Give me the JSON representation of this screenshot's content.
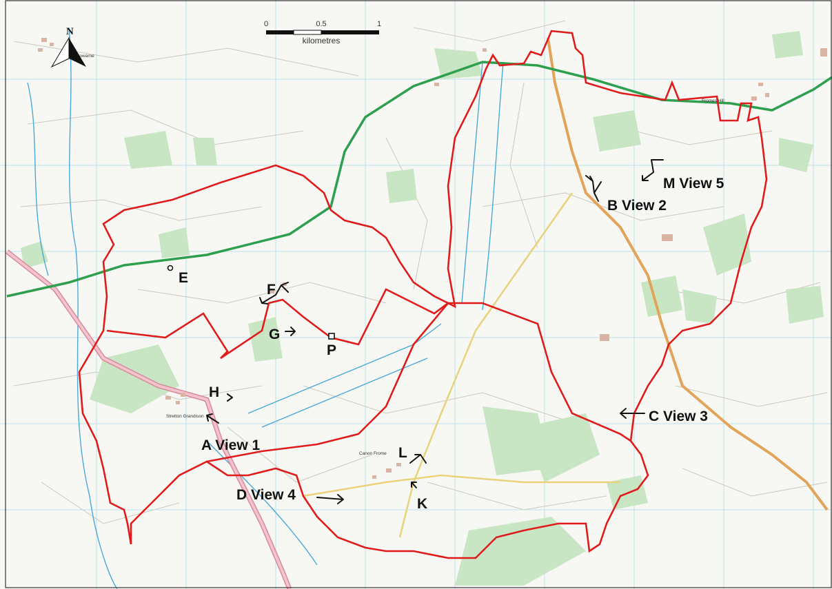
{
  "scale_bar": {
    "ticks": [
      "0",
      "0.5",
      "1"
    ],
    "unit": "kilometres"
  },
  "north_arrow": {
    "label": "N"
  },
  "place_names": [
    "Much Cowarne",
    "Fromes Hill",
    "Stretton Grandison",
    "Canon Frome"
  ],
  "viewpoints": [
    {
      "id": "A",
      "label": "A View 1"
    },
    {
      "id": "B",
      "label": "B View 2"
    },
    {
      "id": "C",
      "label": "C View 3"
    },
    {
      "id": "D",
      "label": "D View 4"
    },
    {
      "id": "M",
      "label": "M View 5"
    },
    {
      "id": "E",
      "label": "E"
    },
    {
      "id": "F",
      "label": "F"
    },
    {
      "id": "G",
      "label": "G"
    },
    {
      "id": "H",
      "label": "H"
    },
    {
      "id": "K",
      "label": "K"
    },
    {
      "id": "L",
      "label": "L"
    },
    {
      "id": "P",
      "label": "P"
    }
  ],
  "colors": {
    "boundary": "#e01b1b",
    "main_road": "#2e9e4f",
    "a_road": "#e39aa8",
    "b_road": "#e2a35a",
    "woodland": "#c9e6c4",
    "water": "#4aa8d8"
  }
}
